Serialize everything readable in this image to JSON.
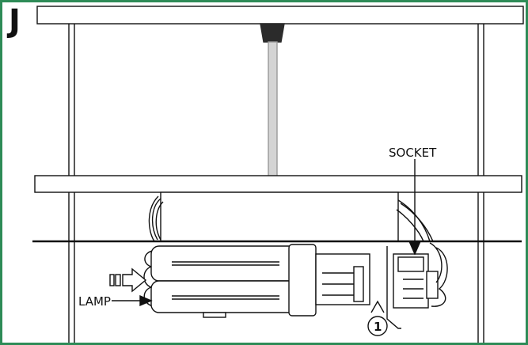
{
  "step": {
    "letter": "J"
  },
  "labels": {
    "socket": "SOCKET",
    "lamp": "LAMP",
    "callout_number": "1"
  },
  "colors": {
    "border": "#2e8b57",
    "line": "#111111",
    "cord": "#d4d4d4",
    "cap": "#2b2b2b"
  },
  "icons": {
    "push_arrow": "outline-arrow-right-icon",
    "callout": "numbered-callout-icon"
  }
}
